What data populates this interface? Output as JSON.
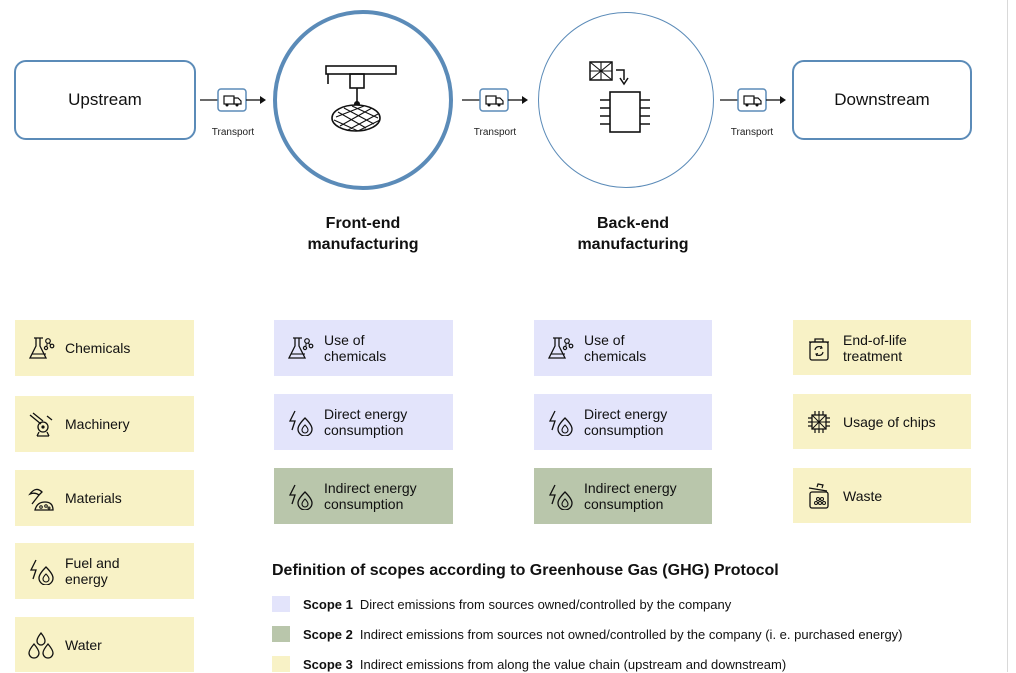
{
  "flow": {
    "upstream": "Upstream",
    "downstream": "Downstream",
    "transport_1": "Transport",
    "transport_2": "Transport",
    "transport_3": "Transport",
    "frontend": "Front-end\nmanufacturing",
    "backend": "Back-end\nmanufacturing"
  },
  "columns": {
    "upstream": [
      {
        "label": "Chemicals",
        "icon": "chemicals-icon"
      },
      {
        "label": "Machinery",
        "icon": "machinery-icon"
      },
      {
        "label": "Materials",
        "icon": "materials-icon"
      },
      {
        "label": "Fuel and energy",
        "icon": "fuel-energy-icon"
      },
      {
        "label": "Water",
        "icon": "water-icon"
      }
    ],
    "frontend": [
      {
        "label": "Use of chemicals",
        "icon": "chemicals-icon",
        "scope": "Scope 1"
      },
      {
        "label": "Direct energy consumption",
        "icon": "energy-icon",
        "scope": "Scope 1"
      },
      {
        "label": "Indirect energy consumption",
        "icon": "energy-icon",
        "scope": "Scope 2"
      }
    ],
    "backend": [
      {
        "label": "Use of chemicals",
        "icon": "chemicals-icon",
        "scope": "Scope 1"
      },
      {
        "label": "Direct energy consumption",
        "icon": "energy-icon",
        "scope": "Scope 1"
      },
      {
        "label": "Indirect energy consumption",
        "icon": "energy-icon",
        "scope": "Scope 2"
      }
    ],
    "downstream": [
      {
        "label": "End-of-life treatment",
        "icon": "recycle-bin-icon"
      },
      {
        "label": "Usage of chips",
        "icon": "chip-icon"
      },
      {
        "label": "Waste",
        "icon": "waste-bin-icon"
      }
    ]
  },
  "legend": {
    "title": "Definition of scopes according to Greenhouse Gas (GHG) Protocol",
    "items": [
      {
        "scope": "Scope 1",
        "text": "Direct emissions from sources owned/controlled by the company",
        "color": "#e3e4fb"
      },
      {
        "scope": "Scope 2",
        "text": "Indirect emissions from sources not owned/controlled by the company (i. e. purchased energy)",
        "color": "#b9c6ab"
      },
      {
        "scope": "Scope 3",
        "text": "Indirect emissions from along the value chain (upstream and downstream)",
        "color": "#f8f2c6"
      }
    ]
  },
  "colors": {
    "outline": "#5b8bb8",
    "scope1": "#e3e4fb",
    "scope2": "#b9c6ab",
    "scope3": "#f8f2c6"
  }
}
